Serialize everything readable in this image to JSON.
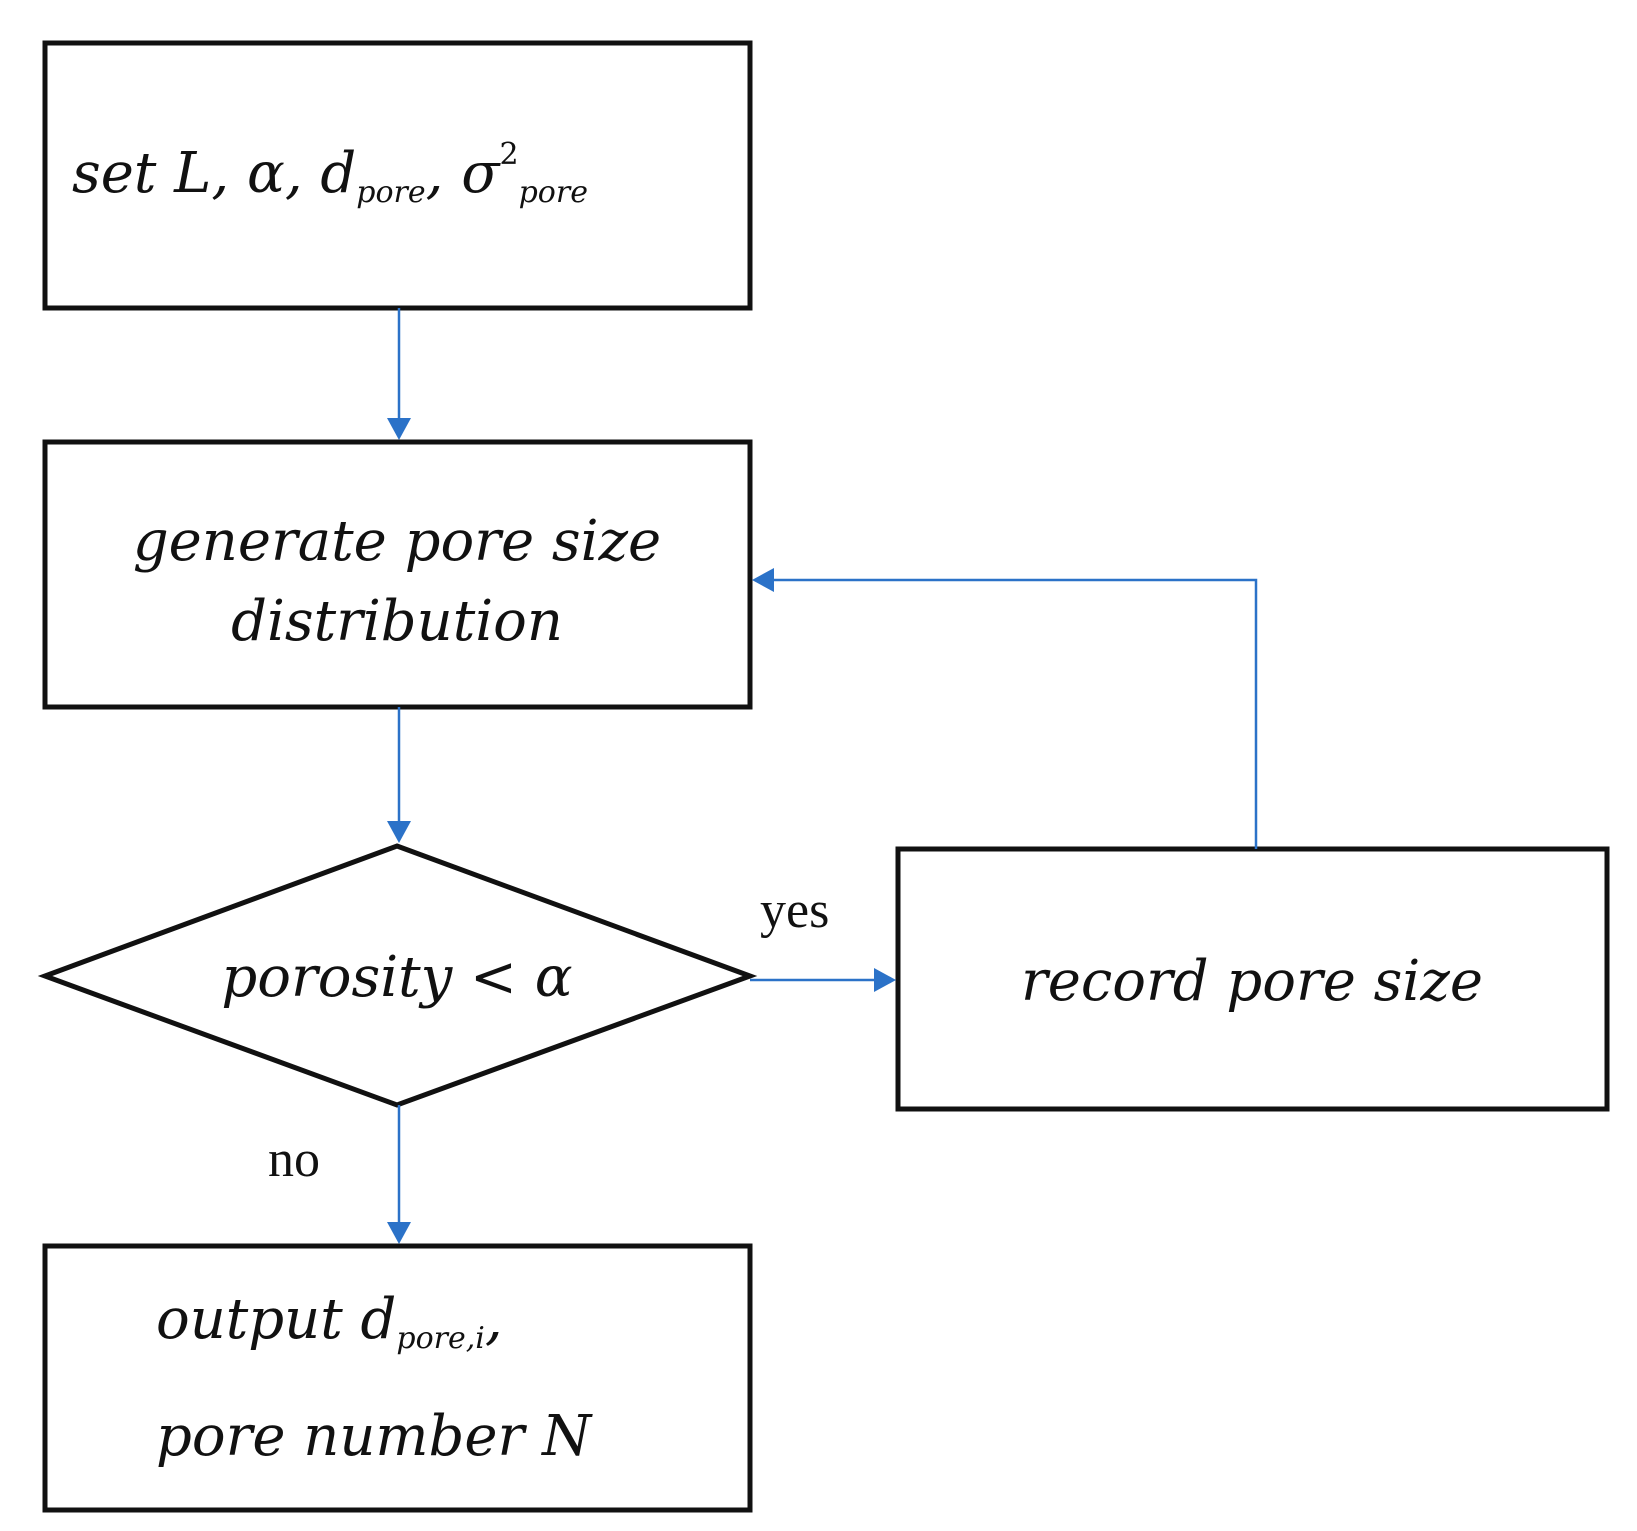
{
  "nodes": {
    "set_params": {
      "lead": "set L, ",
      "alpha": "α",
      "sep1": ", ",
      "d": "d",
      "d_sub": "pore",
      "sep2": ", ",
      "sigma": "σ",
      "sigma_sup": "2",
      "sigma_sub": "pore"
    },
    "generate": {
      "line1": "generate pore size",
      "line2": "distribution"
    },
    "decision": {
      "text": "porosity < α"
    },
    "record": {
      "text": "record pore size"
    },
    "output": {
      "line1_lead": "output d",
      "line1_sub": "pore,i",
      "line1_tail": ",",
      "line2": "pore number N"
    }
  },
  "edges": {
    "yes_label": "yes",
    "no_label": "no"
  },
  "colors": {
    "arrow": "#2b72c8",
    "border": "#111111"
  }
}
